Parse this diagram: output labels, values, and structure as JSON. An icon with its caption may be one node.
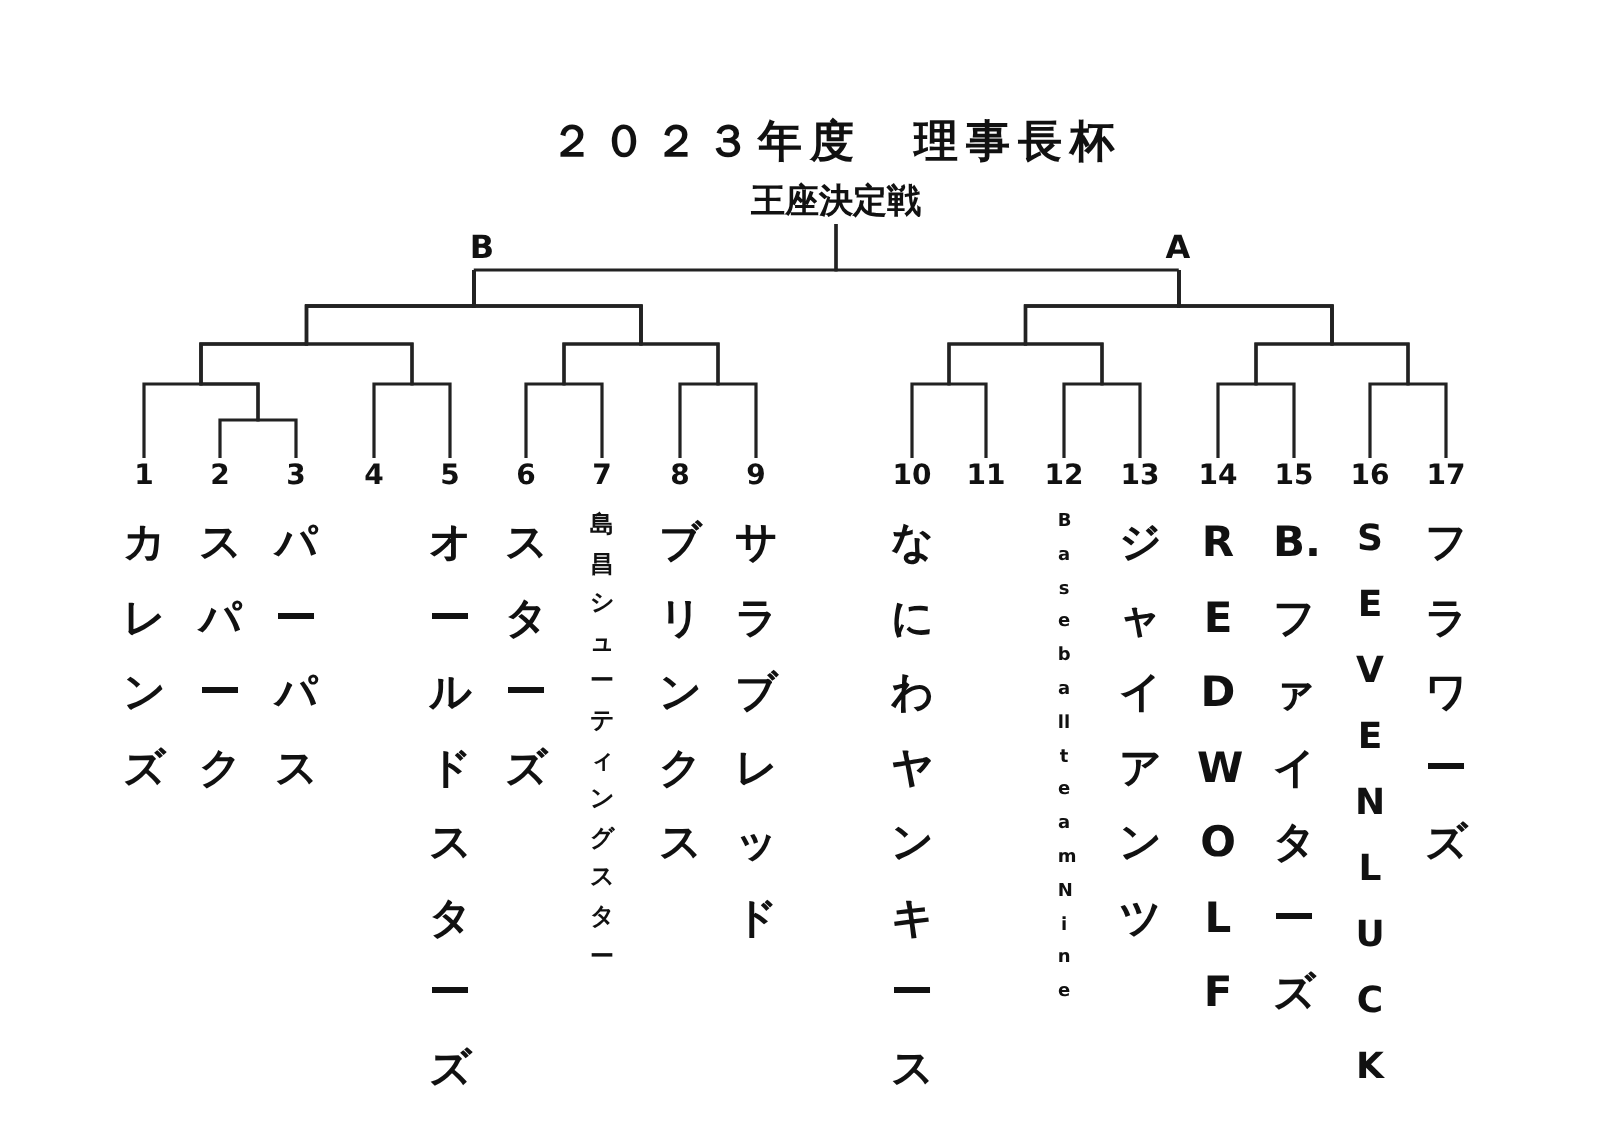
{
  "diagram": {
    "title": "２０２３年度　理事長杯",
    "nodes": [
      {
        "text": [
          "王座決定戦"
        ]
      },
      {
        "text": [
          "B"
        ]
      },
      {
        "text": [
          "A"
        ]
      },
      {
        "text": [
          "1",
          "カレンズ"
        ]
      },
      {
        "text": [
          "2",
          "スパーク"
        ]
      },
      {
        "text": [
          "3",
          "パーパス"
        ]
      },
      {
        "text": [
          "4"
        ]
      },
      {
        "text": [
          "5",
          "オールドスターズ"
        ]
      },
      {
        "text": [
          "6",
          "スターズ"
        ]
      },
      {
        "text": [
          "7",
          "島昌シューティングスター"
        ]
      },
      {
        "text": [
          "8",
          "ブリンクス"
        ]
      },
      {
        "text": [
          "9",
          "サラブレッド"
        ]
      },
      {
        "text": [
          "10",
          "なにわヤンキース"
        ]
      },
      {
        "text": [
          "11"
        ]
      },
      {
        "text": [
          "12",
          "BaseballteamNine"
        ]
      },
      {
        "text": [
          "13",
          "ジャイアンツ"
        ]
      },
      {
        "text": [
          "14",
          "RED WOLF"
        ]
      },
      {
        "text": [
          "15",
          "B.ファイターズ"
        ]
      },
      {
        "text": [
          "16",
          "SEVEN LUCK"
        ]
      },
      {
        "text": [
          "17",
          "フラワーズ"
        ]
      }
    ],
    "edges": [
      {
        "from": 1,
        "to": 0,
        "arrow": "none"
      },
      {
        "from": 2,
        "to": 0,
        "arrow": "none"
      },
      {
        "from": 3,
        "to": 1,
        "arrow": "none"
      },
      {
        "from": 4,
        "to": 1,
        "arrow": "none"
      },
      {
        "from": 5,
        "to": 1,
        "arrow": "none"
      },
      {
        "from": 6,
        "to": 1,
        "arrow": "none"
      },
      {
        "from": 7,
        "to": 1,
        "arrow": "none"
      },
      {
        "from": 8,
        "to": 1,
        "arrow": "none"
      },
      {
        "from": 9,
        "to": 1,
        "arrow": "none"
      },
      {
        "from": 10,
        "to": 1,
        "arrow": "none"
      },
      {
        "from": 11,
        "to": 1,
        "arrow": "none"
      },
      {
        "from": 12,
        "to": 2,
        "arrow": "none"
      },
      {
        "from": 13,
        "to": 2,
        "arrow": "none"
      },
      {
        "from": 14,
        "to": 2,
        "arrow": "none"
      },
      {
        "from": 15,
        "to": 2,
        "arrow": "none"
      },
      {
        "from": 16,
        "to": 2,
        "arrow": "none"
      },
      {
        "from": 17,
        "to": 2,
        "arrow": "none"
      },
      {
        "from": 18,
        "to": 2,
        "arrow": "none"
      },
      {
        "from": 19,
        "to": 2,
        "arrow": "none"
      }
    ]
  }
}
